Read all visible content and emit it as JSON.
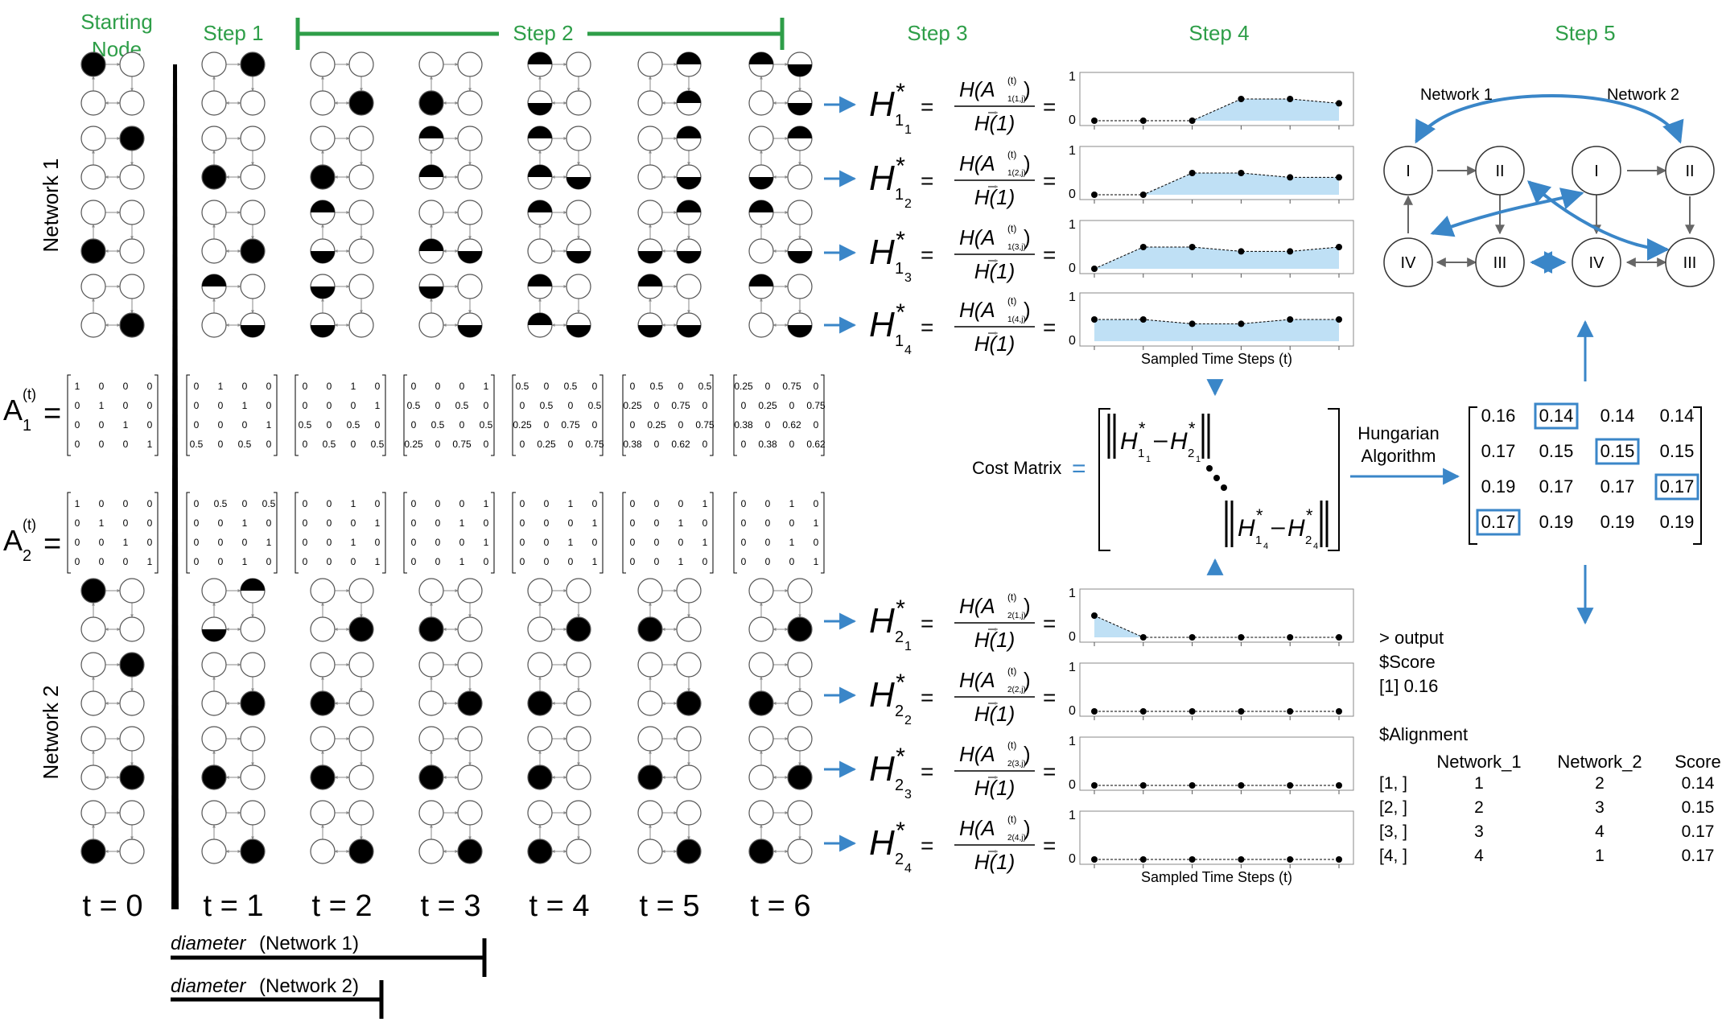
{
  "colors": {
    "green": "#2e9e48",
    "blue": "#3a86c8",
    "fill": "#bfe0f5",
    "black": "#000000"
  },
  "headers": {
    "starting_node": [
      "Starting",
      "Node"
    ],
    "step1": "Step 1",
    "step2": "Step 2",
    "step3": "Step 3",
    "step4": "Step 4",
    "step5": "Step 5"
  },
  "labels": {
    "network1": "Network 1",
    "network2": "Network 2",
    "a1": "A",
    "a1_sub": "1",
    "a2": "A",
    "a2_sub": "2",
    "t_sup": "(t)",
    "equals": "=",
    "time_labels": [
      "t = 0",
      "t = 1",
      "t = 2",
      "t = 3",
      "t = 4",
      "t = 5",
      "t = 6"
    ],
    "diameter_word": "diameter",
    "diameter_net1": "(Network 1)",
    "diameter_net2": "(Network 2)",
    "cost_matrix": "Cost Matrix",
    "hungarian": [
      "Hungarian",
      "Algorithm"
    ],
    "sampled_time": "Sampled Time Steps (t)",
    "h_star": "H",
    "star": "*",
    "h_num_prefix": "H(A",
    "h_den": "H(1)",
    "y1": "1",
    "y0": "0"
  },
  "states": {
    "net1": [
      [
        [
          "F",
          "E",
          "E",
          "E"
        ],
        [
          "E",
          "F",
          "E",
          "E"
        ],
        [
          "E",
          "E",
          "F",
          "E"
        ],
        [
          "E",
          "E",
          "E",
          "F"
        ]
      ],
      [
        [
          "E",
          "F",
          "E",
          "E"
        ],
        [
          "E",
          "E",
          "F",
          "E"
        ],
        [
          "E",
          "E",
          "E",
          "F"
        ],
        [
          "T",
          "E",
          "E",
          "B"
        ]
      ],
      [
        [
          "E",
          "E",
          "E",
          "F"
        ],
        [
          "E",
          "E",
          "F",
          "E"
        ],
        [
          "T",
          "E",
          "B",
          "E"
        ],
        [
          "B",
          "E",
          "B",
          "E"
        ]
      ],
      [
        [
          "E",
          "E",
          "F",
          "E"
        ],
        [
          "T",
          "E",
          "T",
          "E"
        ],
        [
          "E",
          "E",
          "T",
          "B"
        ],
        [
          "B",
          "E",
          "E",
          "B"
        ]
      ],
      [
        [
          "T",
          "E",
          "B",
          "E"
        ],
        [
          "T",
          "E",
          "T",
          "B"
        ],
        [
          "T",
          "E",
          "E",
          "B"
        ],
        [
          "T",
          "E",
          "T",
          "B"
        ]
      ],
      [
        [
          "E",
          "T",
          "E",
          "T"
        ],
        [
          "E",
          "T",
          "E",
          "B"
        ],
        [
          "E",
          "T",
          "B",
          "B"
        ],
        [
          "T",
          "E",
          "B",
          "B"
        ]
      ],
      [
        [
          "T",
          "B",
          "E",
          "B"
        ],
        [
          "E",
          "T",
          "B",
          "E"
        ],
        [
          "T",
          "E",
          "E",
          "B"
        ],
        [
          "T",
          "E",
          "E",
          "B"
        ]
      ]
    ],
    "net2": [
      [
        [
          "F",
          "E",
          "E",
          "E"
        ],
        [
          "E",
          "F",
          "E",
          "E"
        ],
        [
          "E",
          "E",
          "E",
          "F"
        ],
        [
          "E",
          "E",
          "F",
          "E"
        ]
      ],
      [
        [
          "E",
          "T",
          "B",
          "E"
        ],
        [
          "E",
          "E",
          "E",
          "F"
        ],
        [
          "E",
          "E",
          "F",
          "E"
        ],
        [
          "E",
          "E",
          "E",
          "F"
        ]
      ],
      [
        [
          "E",
          "E",
          "E",
          "F"
        ],
        [
          "E",
          "E",
          "F",
          "E"
        ],
        [
          "E",
          "E",
          "F",
          "E"
        ],
        [
          "E",
          "E",
          "E",
          "F"
        ]
      ],
      [
        [
          "E",
          "E",
          "F",
          "E"
        ],
        [
          "E",
          "E",
          "E",
          "F"
        ],
        [
          "E",
          "E",
          "F",
          "E"
        ],
        [
          "E",
          "E",
          "E",
          "F"
        ]
      ],
      [
        [
          "E",
          "E",
          "E",
          "F"
        ],
        [
          "E",
          "E",
          "F",
          "E"
        ],
        [
          "E",
          "E",
          "F",
          "E"
        ],
        [
          "E",
          "E",
          "F",
          "E"
        ]
      ],
      [
        [
          "E",
          "E",
          "F",
          "E"
        ],
        [
          "E",
          "E",
          "E",
          "F"
        ],
        [
          "E",
          "E",
          "F",
          "E"
        ],
        [
          "E",
          "E",
          "E",
          "F"
        ]
      ],
      [
        [
          "E",
          "E",
          "E",
          "F"
        ],
        [
          "E",
          "E",
          "F",
          "E"
        ],
        [
          "E",
          "E",
          "E",
          "F"
        ],
        [
          "E",
          "E",
          "F",
          "E"
        ]
      ]
    ]
  },
  "matrices": {
    "a1": [
      [
        [
          "1",
          "0",
          "0",
          "0"
        ],
        [
          "0",
          "1",
          "0",
          "0"
        ],
        [
          "0",
          "0",
          "1",
          "0"
        ],
        [
          "0",
          "0",
          "0",
          "1"
        ]
      ],
      [
        [
          "0",
          "1",
          "0",
          "0"
        ],
        [
          "0",
          "0",
          "1",
          "0"
        ],
        [
          "0",
          "0",
          "0",
          "1"
        ],
        [
          "0.5",
          "0",
          "0.5",
          "0"
        ]
      ],
      [
        [
          "0",
          "0",
          "1",
          "0"
        ],
        [
          "0",
          "0",
          "0",
          "1"
        ],
        [
          "0.5",
          "0",
          "0.5",
          "0"
        ],
        [
          "0",
          "0.5",
          "0",
          "0.5"
        ]
      ],
      [
        [
          "0",
          "0",
          "0",
          "1"
        ],
        [
          "0.5",
          "0",
          "0.5",
          "0"
        ],
        [
          "0",
          "0.5",
          "0",
          "0.5"
        ],
        [
          "0.25",
          "0",
          "0.75",
          "0"
        ]
      ],
      [
        [
          "0.5",
          "0",
          "0.5",
          "0"
        ],
        [
          "0",
          "0.5",
          "0",
          "0.5"
        ],
        [
          "0.25",
          "0",
          "0.75",
          "0"
        ],
        [
          "0",
          "0.25",
          "0",
          "0.75"
        ]
      ],
      [
        [
          "0",
          "0.5",
          "0",
          "0.5"
        ],
        [
          "0.25",
          "0",
          "0.75",
          "0"
        ],
        [
          "0",
          "0.25",
          "0",
          "0.75"
        ],
        [
          "0.38",
          "0",
          "0.62",
          "0"
        ]
      ],
      [
        [
          "0.25",
          "0",
          "0.75",
          "0"
        ],
        [
          "0",
          "0.25",
          "0",
          "0.75"
        ],
        [
          "0.38",
          "0",
          "0.62",
          "0"
        ],
        [
          "0",
          "0.38",
          "0",
          "0.62"
        ]
      ]
    ],
    "a2": [
      [
        [
          "1",
          "0",
          "0",
          "0"
        ],
        [
          "0",
          "1",
          "0",
          "0"
        ],
        [
          "0",
          "0",
          "1",
          "0"
        ],
        [
          "0",
          "0",
          "0",
          "1"
        ]
      ],
      [
        [
          "0",
          "0.5",
          "0",
          "0.5"
        ],
        [
          "0",
          "0",
          "1",
          "0"
        ],
        [
          "0",
          "0",
          "0",
          "1"
        ],
        [
          "0",
          "0",
          "1",
          "0"
        ]
      ],
      [
        [
          "0",
          "0",
          "1",
          "0"
        ],
        [
          "0",
          "0",
          "0",
          "1"
        ],
        [
          "0",
          "0",
          "1",
          "0"
        ],
        [
          "0",
          "0",
          "0",
          "1"
        ]
      ],
      [
        [
          "0",
          "0",
          "0",
          "1"
        ],
        [
          "0",
          "0",
          "1",
          "0"
        ],
        [
          "0",
          "0",
          "0",
          "1"
        ],
        [
          "0",
          "0",
          "1",
          "0"
        ]
      ],
      [
        [
          "0",
          "0",
          "1",
          "0"
        ],
        [
          "0",
          "0",
          "0",
          "1"
        ],
        [
          "0",
          "0",
          "1",
          "0"
        ],
        [
          "0",
          "0",
          "0",
          "1"
        ]
      ],
      [
        [
          "0",
          "0",
          "0",
          "1"
        ],
        [
          "0",
          "0",
          "1",
          "0"
        ],
        [
          "0",
          "0",
          "0",
          "1"
        ],
        [
          "0",
          "0",
          "1",
          "0"
        ]
      ],
      [
        [
          "0",
          "0",
          "1",
          "0"
        ],
        [
          "0",
          "0",
          "0",
          "1"
        ],
        [
          "0",
          "0",
          "1",
          "0"
        ],
        [
          "0",
          "0",
          "0",
          "1"
        ]
      ]
    ]
  },
  "h_terms": {
    "net1": [
      {
        "id": "1",
        "sub": "1",
        "frac_sub": "1(1,j)"
      },
      {
        "id": "1",
        "sub": "2",
        "frac_sub": "1(2,j)"
      },
      {
        "id": "1",
        "sub": "3",
        "frac_sub": "1(3,j)"
      },
      {
        "id": "1",
        "sub": "4",
        "frac_sub": "1(4,j)"
      }
    ],
    "net2": [
      {
        "id": "2",
        "sub": "1",
        "frac_sub": "2(1,j)"
      },
      {
        "id": "2",
        "sub": "2",
        "frac_sub": "2(2,j)"
      },
      {
        "id": "2",
        "sub": "3",
        "frac_sub": "2(3,j)"
      },
      {
        "id": "2",
        "sub": "4",
        "frac_sub": "2(4,j)"
      }
    ]
  },
  "chart_data": [
    {
      "type": "area",
      "x": [
        0,
        1,
        2,
        3,
        4,
        5
      ],
      "values": [
        0,
        0,
        0,
        0.5,
        0.5,
        0.4
      ],
      "ylim": [
        0,
        1
      ],
      "xlabel": "",
      "ylabel": ""
    },
    {
      "type": "area",
      "x": [
        0,
        1,
        2,
        3,
        4,
        5
      ],
      "values": [
        0,
        0,
        0.5,
        0.5,
        0.4,
        0.4
      ],
      "ylim": [
        0,
        1
      ],
      "xlabel": "",
      "ylabel": ""
    },
    {
      "type": "area",
      "x": [
        0,
        1,
        2,
        3,
        4,
        5
      ],
      "values": [
        0,
        0.5,
        0.5,
        0.4,
        0.4,
        0.5
      ],
      "ylim": [
        0,
        1
      ],
      "xlabel": "",
      "ylabel": ""
    },
    {
      "type": "area",
      "x": [
        0,
        1,
        2,
        3,
        4,
        5
      ],
      "values": [
        0.5,
        0.5,
        0.4,
        0.4,
        0.5,
        0.5
      ],
      "ylim": [
        0,
        1
      ],
      "xlabel": "Sampled Time Steps (t)",
      "ylabel": ""
    },
    {
      "type": "area",
      "x": [
        0,
        1,
        2,
        3,
        4,
        5
      ],
      "values": [
        0.5,
        0,
        0,
        0,
        0,
        0
      ],
      "ylim": [
        0,
        1
      ],
      "xlabel": "",
      "ylabel": ""
    },
    {
      "type": "area",
      "x": [
        0,
        1,
        2,
        3,
        4,
        5
      ],
      "values": [
        0,
        0,
        0,
        0,
        0,
        0
      ],
      "ylim": [
        0,
        1
      ],
      "xlabel": "",
      "ylabel": ""
    },
    {
      "type": "area",
      "x": [
        0,
        1,
        2,
        3,
        4,
        5
      ],
      "values": [
        0,
        0,
        0,
        0,
        0,
        0
      ],
      "ylim": [
        0,
        1
      ],
      "xlabel": "",
      "ylabel": ""
    },
    {
      "type": "area",
      "x": [
        0,
        1,
        2,
        3,
        4,
        5
      ],
      "values": [
        0,
        0,
        0,
        0,
        0,
        0
      ],
      "ylim": [
        0,
        1
      ],
      "xlabel": "Sampled Time Steps (t)",
      "ylabel": ""
    }
  ],
  "cost_matrix_values": [
    [
      "0.16",
      "0.14",
      "0.14",
      "0.14"
    ],
    [
      "0.17",
      "0.15",
      "0.15",
      "0.15"
    ],
    [
      "0.19",
      "0.17",
      "0.17",
      "0.17"
    ],
    [
      "0.17",
      "0.19",
      "0.19",
      "0.19"
    ]
  ],
  "highlighted_cells": [
    [
      0,
      1
    ],
    [
      1,
      2
    ],
    [
      2,
      3
    ],
    [
      3,
      0
    ]
  ],
  "step5": {
    "network1": "Network 1",
    "network2": "Network 2",
    "net1_nodes": [
      "I",
      "II",
      "IV",
      "III"
    ],
    "net2_nodes": [
      "I",
      "II",
      "IV",
      "III"
    ]
  },
  "output": {
    "line1": "> output",
    "line2": "$Score",
    "line3": "[1] 0.16",
    "line4": "$Alignment",
    "table_headers": [
      "Network_1",
      "Network_2",
      "Score"
    ],
    "rows": [
      [
        "[1, ]",
        "1",
        "2",
        "0.14"
      ],
      [
        "[2, ]",
        "2",
        "3",
        "0.15"
      ],
      [
        "[3, ]",
        "3",
        "4",
        "0.17"
      ],
      [
        "[4, ]",
        "4",
        "1",
        "0.17"
      ]
    ]
  }
}
